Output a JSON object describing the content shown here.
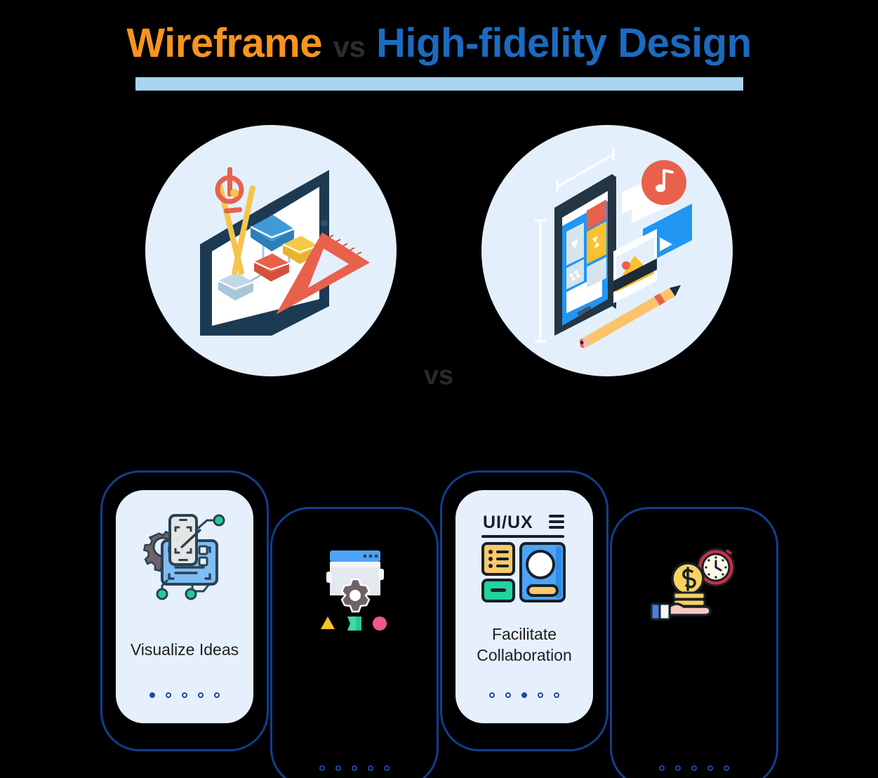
{
  "title": {
    "part_orange": "Wireframe",
    "part_vs": "vs",
    "part_blue": "High-fidelity Design",
    "underline_color": "#A8D4F0",
    "orange_color": "#F7941E",
    "blue_color": "#1B6BBF"
  },
  "hero": {
    "vs_label": "vs",
    "left": {
      "name": "wireframe-illustration",
      "circle_color": "#E3F0FC",
      "elements": [
        "tablet",
        "sitemap-diagram",
        "compass",
        "triangle-ruler"
      ]
    },
    "right": {
      "name": "high-fidelity-illustration",
      "circle_color": "#E3F0FC",
      "elements": [
        "smartphone",
        "music-badge",
        "media-card",
        "photo-card",
        "pencil",
        "dimension-lines"
      ]
    }
  },
  "cards": [
    {
      "name": "visualize-ideas",
      "label": "Visualize Ideas",
      "icon": "phone-gear-circuit-icon",
      "filled_background": true,
      "dots": [
        true,
        false,
        false,
        false,
        false
      ],
      "dot_count": 5
    },
    {
      "name": "browser-gear-shapes",
      "label": "",
      "icon": "browser-gear-icon",
      "filled_background": false,
      "dots": [
        false,
        false,
        false,
        false,
        false
      ],
      "dot_count": 5,
      "shapes": [
        "yellow-triangle",
        "green-square",
        "pink-circle"
      ]
    },
    {
      "name": "facilitate-collaboration",
      "label": "Facilitate\nCollaboration",
      "label_line_1": "Facilitate",
      "label_line_2": "Collaboration",
      "icon": "uiux-layout-icon",
      "icon_heading": "UI/UX",
      "filled_background": true,
      "dots": [
        false,
        false,
        true,
        false,
        false
      ],
      "dot_count": 5
    },
    {
      "name": "save-time-money",
      "label": "",
      "icon": "hand-coins-clock-icon",
      "filled_background": false,
      "dots": [
        false,
        false,
        false,
        false,
        false
      ],
      "dot_count": 5
    }
  ],
  "colors": {
    "background": "#000000",
    "card_border": "#123E8C",
    "card_fill": "#E6F0FC",
    "dot": "#1B4A9C",
    "navy": "#1D3A53",
    "blue": "#2196F3",
    "yellow": "#FBC02D",
    "red": "#E8614D",
    "green": "#22C48A",
    "pink": "#F4538F"
  }
}
